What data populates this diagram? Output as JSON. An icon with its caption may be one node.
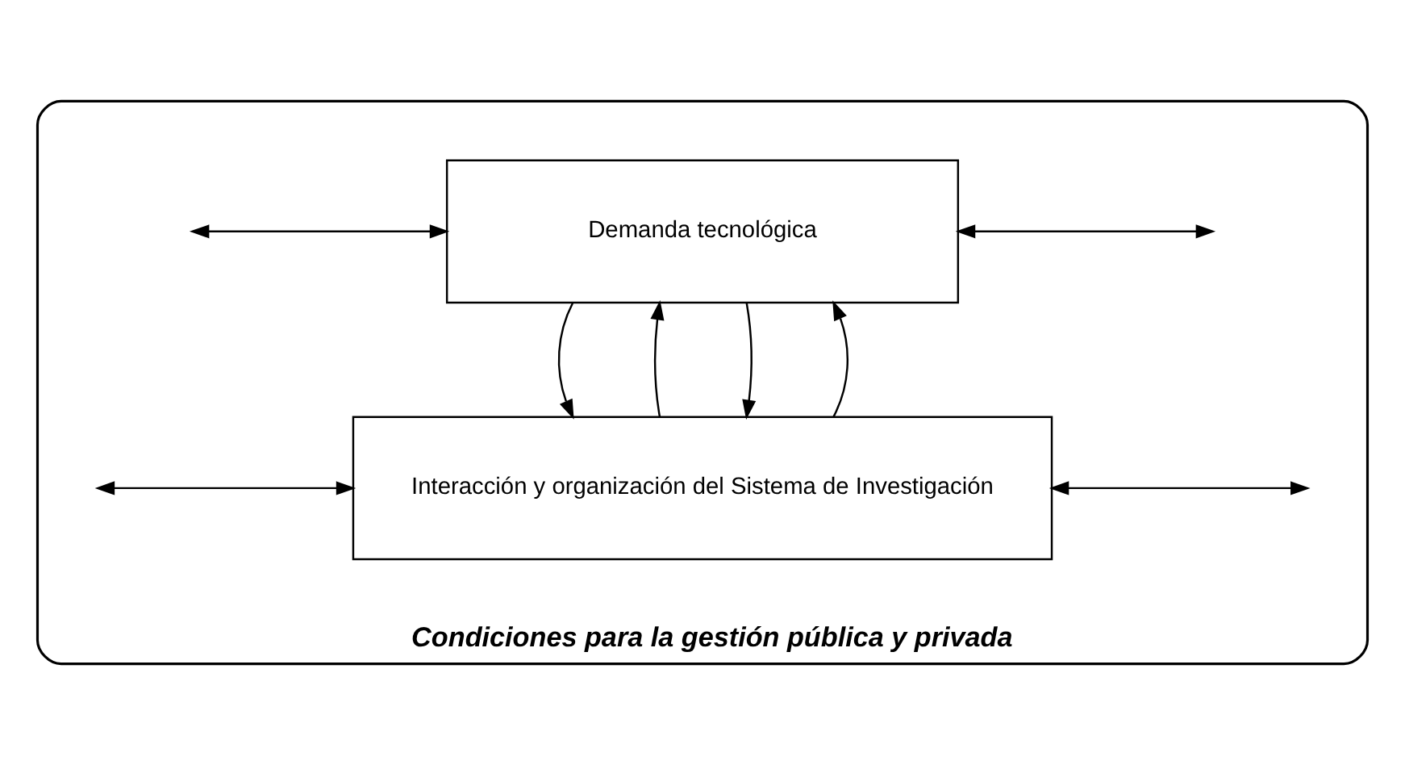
{
  "diagram": {
    "nodes": [
      {
        "text": [
          "Condiciones para la gestión pública y privada"
        ]
      },
      {
        "text": [
          "Demanda tecnológica"
        ],
        "in": 0
      },
      {
        "text": [
          "Interacción y organización del Sistema de Investigación"
        ],
        "in": 0
      }
    ],
    "edges": [
      {
        "from": null,
        "to": 1,
        "arrow": "both"
      },
      {
        "from": null,
        "to": 1,
        "arrow": "both"
      },
      {
        "from": 1,
        "to": 2,
        "arrow": "to"
      },
      {
        "from": 2,
        "to": 1,
        "arrow": "to"
      },
      {
        "from": 1,
        "to": 2,
        "arrow": "to"
      },
      {
        "from": 2,
        "to": 1,
        "arrow": "to"
      },
      {
        "from": null,
        "to": 2,
        "arrow": "both"
      },
      {
        "from": null,
        "to": 2,
        "arrow": "both"
      }
    ]
  }
}
